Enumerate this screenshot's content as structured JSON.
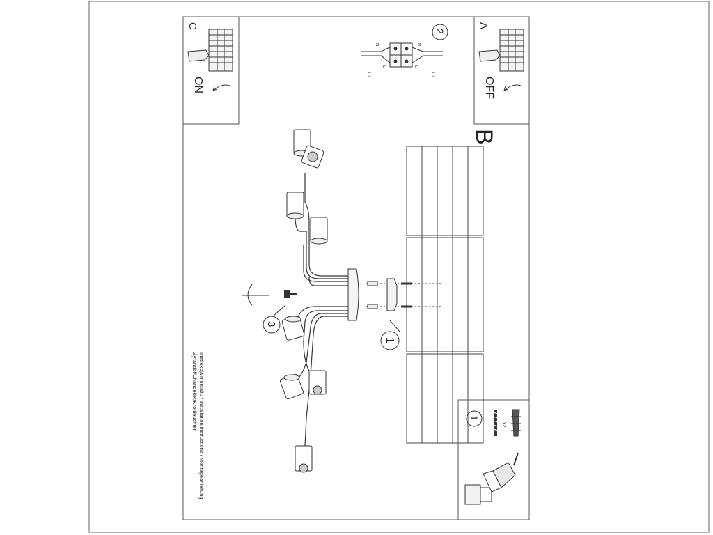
{
  "panels": {
    "a": {
      "letter": "A",
      "state": "OFF"
    },
    "c": {
      "letter": "C",
      "state": "ON"
    },
    "step2": {
      "number": "2",
      "wire_labels": {
        "n_top_left": "N",
        "n_top_right": "N",
        "l_bottom_left": "L",
        "l_bottom_right": "L",
        "l1_left": "L1",
        "l1_right": "L1"
      }
    },
    "main": {
      "letter": "B",
      "step_1": "1",
      "step_3": "3"
    },
    "tools": {
      "number": "1",
      "quantity": "x2"
    }
  },
  "caption": {
    "line1": "Instrukcja montażu / installation instructions / Montageanleitung",
    "line2": "Żyrandol/Chandelier/Kronleuchter"
  },
  "colors": {
    "line": "#222222",
    "frame": "#555555",
    "shade": "#dddddd"
  }
}
